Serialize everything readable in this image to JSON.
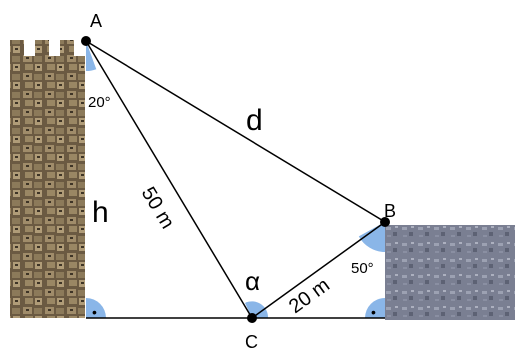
{
  "points": {
    "A": "A",
    "B": "B",
    "C": "C"
  },
  "labels": {
    "distance": "d",
    "height": "h",
    "side_ac": "50 m",
    "side_cb": "20 m",
    "angle_a": "20°",
    "angle_b": "50°",
    "angle_c": "α",
    "right_angle_dot": "•"
  },
  "colors": {
    "angle_fill": "#8ab6e8",
    "line": "#000000",
    "tower_stone": "#6b5a42",
    "rock": "#7a7f92"
  }
}
